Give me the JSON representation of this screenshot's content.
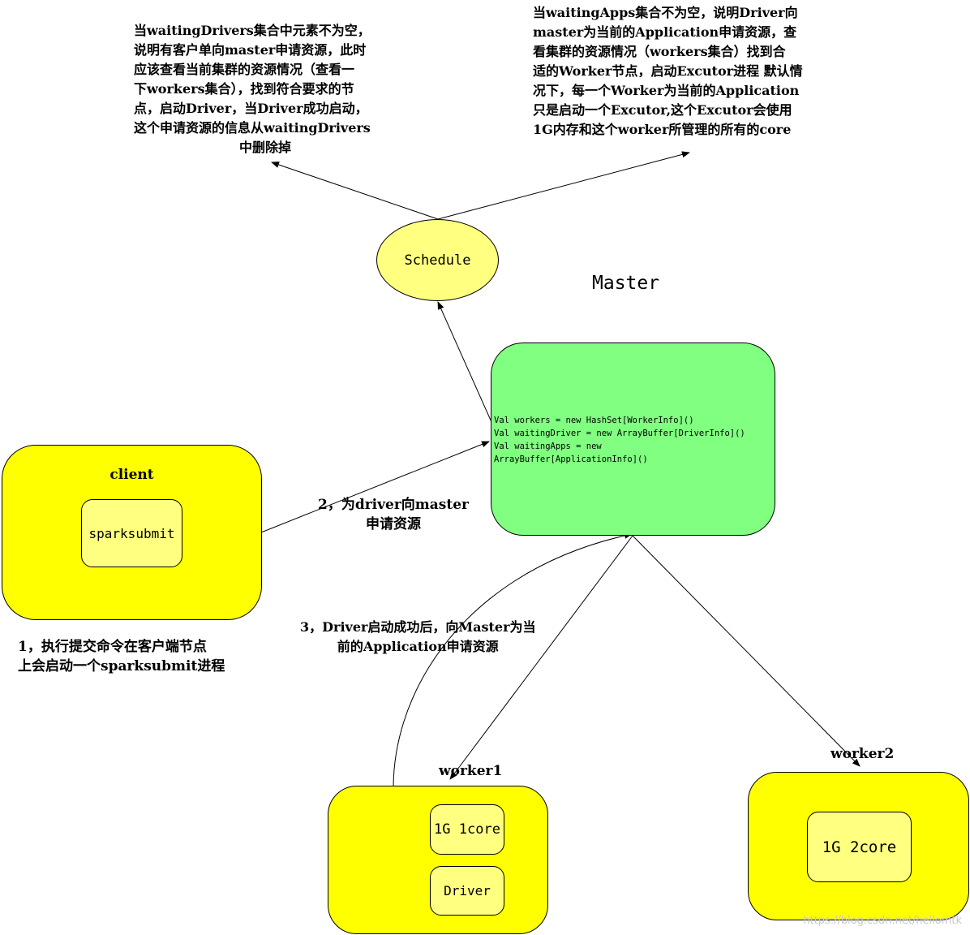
{
  "master_title": "Master",
  "schedule_label": "Schedule",
  "master_code": [
    "Val workers = new HashSet[WorkerInfo]()",
    "Val waitingDriver = new ArrayBuffer[DriverInfo]()",
    "Val waitingApps = new",
    "ArrayBuffer[ApplicationInfo]()"
  ],
  "client": {
    "title": "client",
    "inner_label": "sparksubmit"
  },
  "worker1": {
    "title": "worker1",
    "resource_label": "1G 1core",
    "driver_label": "Driver"
  },
  "worker2": {
    "title": "worker2",
    "resource_label": "1G 2core"
  },
  "note_waiting_drivers": [
    "当waitingDrivers集合中元素不为空，",
    "说明有客户单向master申请资源，此时",
    "应该查看当前集群的资源情况（查看一",
    "下workers集合），找到符合要求的节",
    "点，启动Driver，当Driver成功启动，",
    "这个申请资源的信息从waitingDrivers",
    "中删除掉"
  ],
  "note_waiting_apps": [
    "当waitingApps集合不为空，说明Driver向",
    "master为当前的Application申请资源，查",
    "看集群的资源情况（workers集合）找到合",
    "适的Worker节点，启动Excutor进程 默认情",
    "况下，每一个Worker为当前的Application",
    "只是启动一个Excutor,这个Excutor会使用",
    "1G内存和这个worker所管理的所有的core"
  ],
  "step1": [
    "1，执行提交命令在客户端节点",
    "上会启动一个sparksubmit进程"
  ],
  "step2": [
    "2，为driver向master",
    "申请资源"
  ],
  "step3": [
    "3，Driver启动成功后，向Master为当",
    "前的Application申请资源"
  ],
  "watermark": "https://blog.csdn.net/hellomtk",
  "colors": {
    "node_yellow": "#ffff00",
    "inner_yellow": "#ffff80",
    "master_green": "#80ff80",
    "line": "#000000"
  }
}
